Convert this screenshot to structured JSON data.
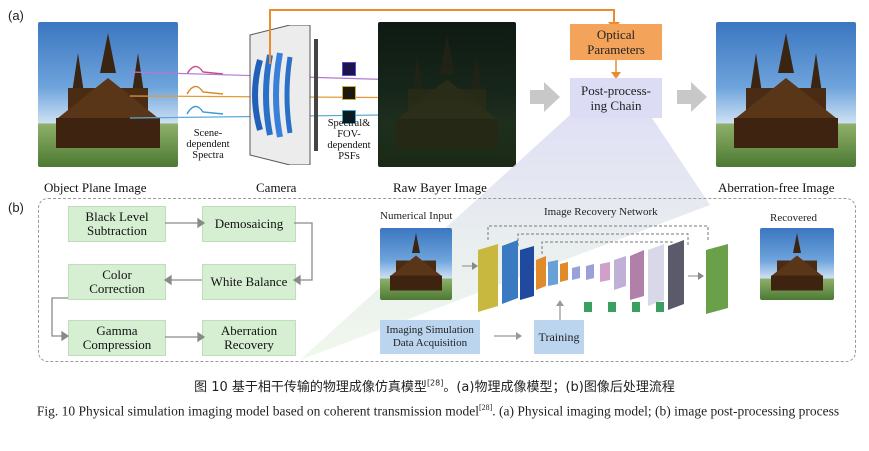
{
  "panel_a_label": "(a)",
  "panel_b_label": "(b)",
  "top": {
    "object_plane_label": "Object Plane Image",
    "camera_label": "Camera",
    "raw_bayer_label": "Raw Bayer Image",
    "aberration_free_label": "Aberration-free Image",
    "scene_spectra_label": "Scene-\ndependent\nSpectra",
    "psf_label": "Spectral&\nFOV-\ndependent\nPSFs",
    "optical_parameters_label": "Optical\nParameters",
    "post_processing_label": "Post-process-\ning Chain"
  },
  "pipeline": {
    "black_level": "Black Level\nSubtraction",
    "demosaicing": "Demosaicing",
    "color_correction": "Color\nCorrection",
    "white_balance": "White Balance",
    "gamma": "Gamma\nCompression",
    "aberration_recovery": "Aberration\nRecovery"
  },
  "network": {
    "numerical_input": "Numerical Input",
    "network_title": "Image Recovery Network",
    "recovered": "Recovered",
    "imaging_sim": "Imaging Simulation\nData Acquisition",
    "training": "Training"
  },
  "caption": {
    "cn_main": "图 10   基于相干传输的物理成像仿真模型",
    "cn_ref": "[28]",
    "cn_rest": "。(a)物理成像模型；(b)图像后处理流程",
    "en_main": "Fig. 10   Physical simulation imaging model based on coherent transmission model",
    "en_ref": "[28]",
    "en_rest": ". (a) Physical imaging model; (b) image post-processing process"
  },
  "colors": {
    "orange_box": "#f4a45a",
    "orange_line": "#ee8a2e",
    "lavender_box": "#dcdcf4",
    "green_box": "#d6efd3",
    "blue_box": "#bcd5ee"
  }
}
